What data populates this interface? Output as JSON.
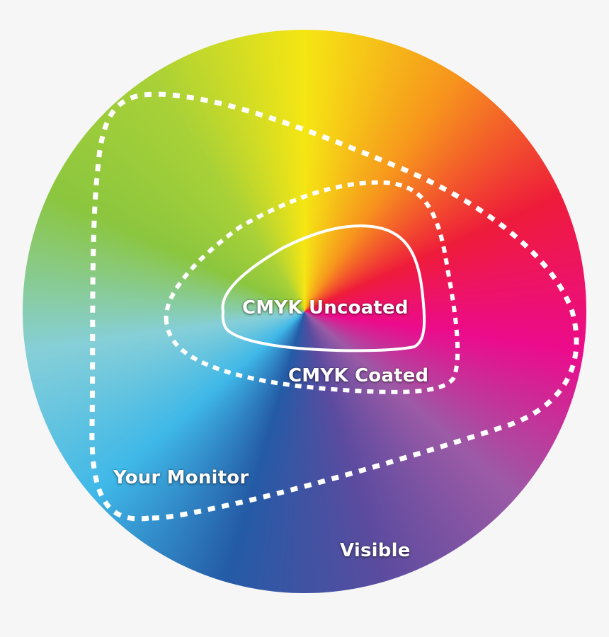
{
  "diagram": {
    "labels": {
      "cmyk_uncoated": "CMYK Uncoated",
      "cmyk_coated": "CMYK Coated",
      "your_monitor": "Your Monitor",
      "visible": "Visible"
    },
    "colors": {
      "background": "#f6f6f7",
      "outline": "#ffffff",
      "wheel_stops": [
        "#f5e614",
        "#f7941d",
        "#ee1c3a",
        "#ec0b8c",
        "#9c5aa6",
        "#5b4b9f",
        "#245ba6",
        "#3fb8e8",
        "#86cfd8",
        "#8bc63f",
        "#a9d137",
        "#f5e614"
      ]
    }
  }
}
